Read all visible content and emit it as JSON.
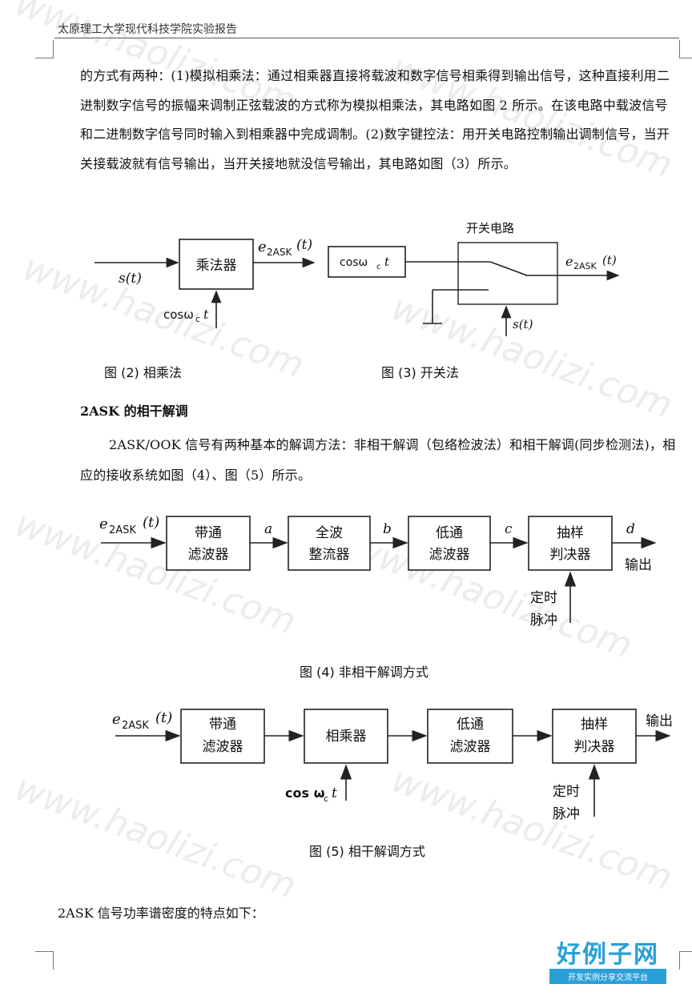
{
  "header": {
    "title": "太原理工大学现代科技学院实验报告"
  },
  "paragraphs": {
    "intro": "的方式有两种：(1)模拟相乘法：通过相乘器直接将载波和数字信号相乘得到输出信号，这种直接利用二进制数字信号的振幅来调制正弦载波的方式称为模拟相乘法，其电路如图 2 所示。在该电路中载波信号和二进制数字信号同时输入到相乘器中完成调制。(2)数字键控法：用开关电路控制输出调制信号，当开关接载波就有信号输出，当开关接地就没信号输出，其电路如图（3）所示。",
    "heading": "2ASK 的相干解调",
    "demod": "2ASK/OOK 信号有两种基本的解调方法：非相干解调（包络检波法）和相干解调(同步检测法)，相应的接收系统如图（4）、图（5）所示。",
    "psd": "2ASK 信号功率谱密度的特点如下："
  },
  "fig2": {
    "input": "s(t)",
    "block": "乘法器",
    "carrier": "cosω",
    "carrier_sub": "c",
    "carrier_t": "t",
    "output_e": "e",
    "output_sub": "2ASK",
    "output_t": "(t)",
    "caption": "图 (2) 相乘法"
  },
  "fig3": {
    "title": "开关电路",
    "carrier": "cosω",
    "carrier_sub": "c",
    "carrier_t": "t",
    "output_e": "e",
    "output_sub": "2ASK",
    "output_t": "(t)",
    "control": "s(t)",
    "caption": "图 (3) 开关法"
  },
  "fig4": {
    "input_e": "e",
    "input_sub": "2ASK",
    "input_t": "(t)",
    "blocks": [
      {
        "line1": "带通",
        "line2": "滤波器"
      },
      {
        "line1": "全波",
        "line2": "整流器"
      },
      {
        "line1": "低通",
        "line2": "滤波器"
      },
      {
        "line1": "抽样",
        "line2": "判决器"
      }
    ],
    "nodes": [
      "a",
      "b",
      "c",
      "d"
    ],
    "output": "输出",
    "clock_line1": "定时",
    "clock_line2": "脉冲",
    "caption": "图 (4) 非相干解调方式"
  },
  "fig5": {
    "input_e": "e",
    "input_sub": "2ASK",
    "input_t": "(t)",
    "blocks": [
      {
        "line1": "带通",
        "line2": "滤波器"
      },
      {
        "line1": "相乘器",
        "line2": ""
      },
      {
        "line1": "低通",
        "line2": "滤波器"
      },
      {
        "line1": "抽样",
        "line2": "判决器"
      }
    ],
    "output": "输出",
    "carrier": "cos ω",
    "carrier_sub": "c",
    "carrier_t": "t",
    "clock_line1": "定时",
    "clock_line2": "脉冲",
    "caption": "图 (5) 相干解调方式"
  },
  "watermark": {
    "text": "www.haolizi.com"
  },
  "logo": {
    "main": "好例子网",
    "sub": "开发实例分享交流平台"
  }
}
